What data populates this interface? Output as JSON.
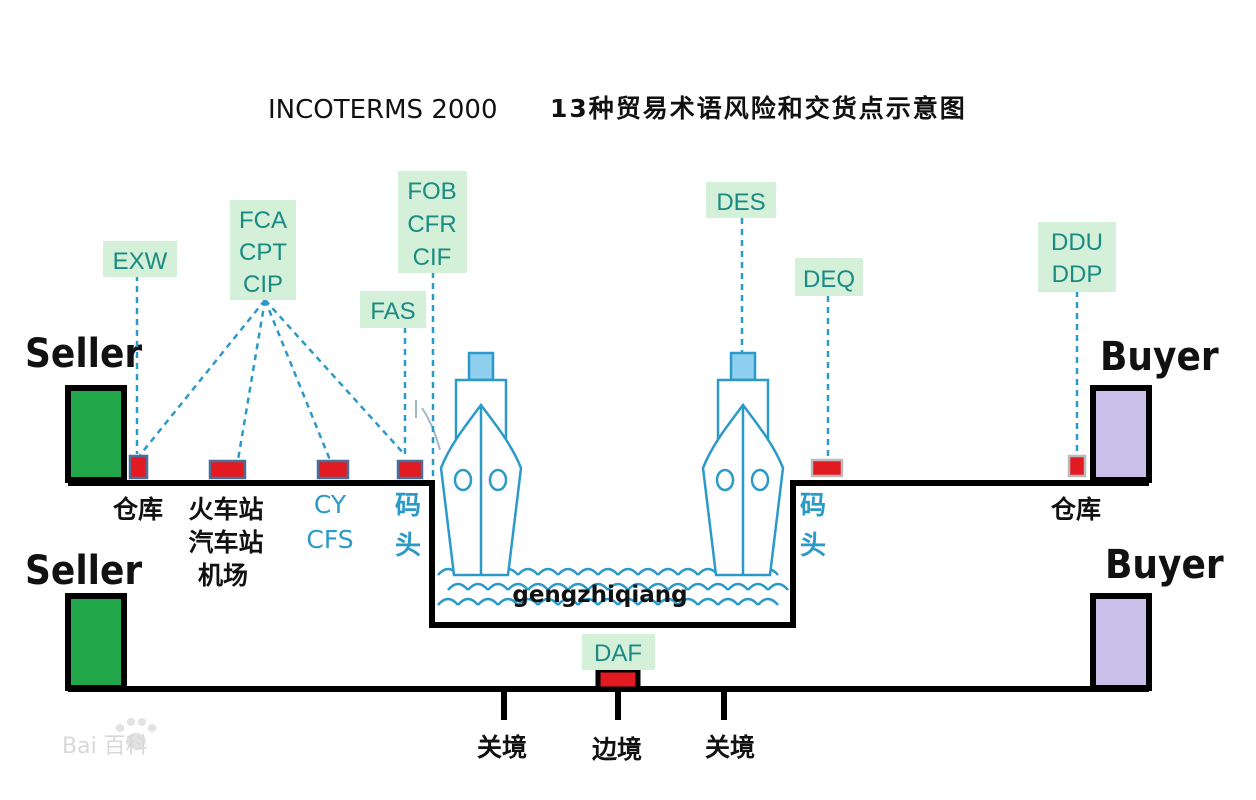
{
  "title": {
    "latin": "INCOTERMS 2000",
    "cn": "13种贸易术语风险和交货点示意图"
  },
  "parties": {
    "seller_top": "Seller",
    "buyer_top": "Buyer",
    "seller_bottom": "Seller",
    "buyer_bottom": "Buyer"
  },
  "terms": {
    "exw": [
      "EXW"
    ],
    "fca": [
      "FCA",
      "CPT",
      "CIP"
    ],
    "fas": [
      "FAS"
    ],
    "fob": [
      "FOB",
      "CFR",
      "CIF"
    ],
    "des": [
      "DES"
    ],
    "deq": [
      "DEQ"
    ],
    "ddu": [
      "DDU",
      "DDP"
    ],
    "daf": [
      "DAF"
    ]
  },
  "locations": {
    "warehouse_left": "仓库",
    "station": [
      "火车站",
      "汽车站",
      "机场"
    ],
    "cy_cfs": [
      "CY",
      "CFS"
    ],
    "wharf_left": [
      "码",
      "头"
    ],
    "wharf_right": [
      "码",
      "头"
    ],
    "warehouse_right": "仓库",
    "customs_left": "关境",
    "border": "边境",
    "customs_right": "关境"
  },
  "sea_label": "gengzhiqiang",
  "watermark": "Bai 百科",
  "colors": {
    "seller": "#22a84a",
    "buyer": "#c9bfe8",
    "point": "#e21b23",
    "point_border": "#4a6f9a",
    "label_bg": "#d4f0d8",
    "label_text": "#1a8a83",
    "dash": "#2b9ac9",
    "ship_outline": "#2b9ac9",
    "ship_funnel": "#8fd0ee"
  }
}
